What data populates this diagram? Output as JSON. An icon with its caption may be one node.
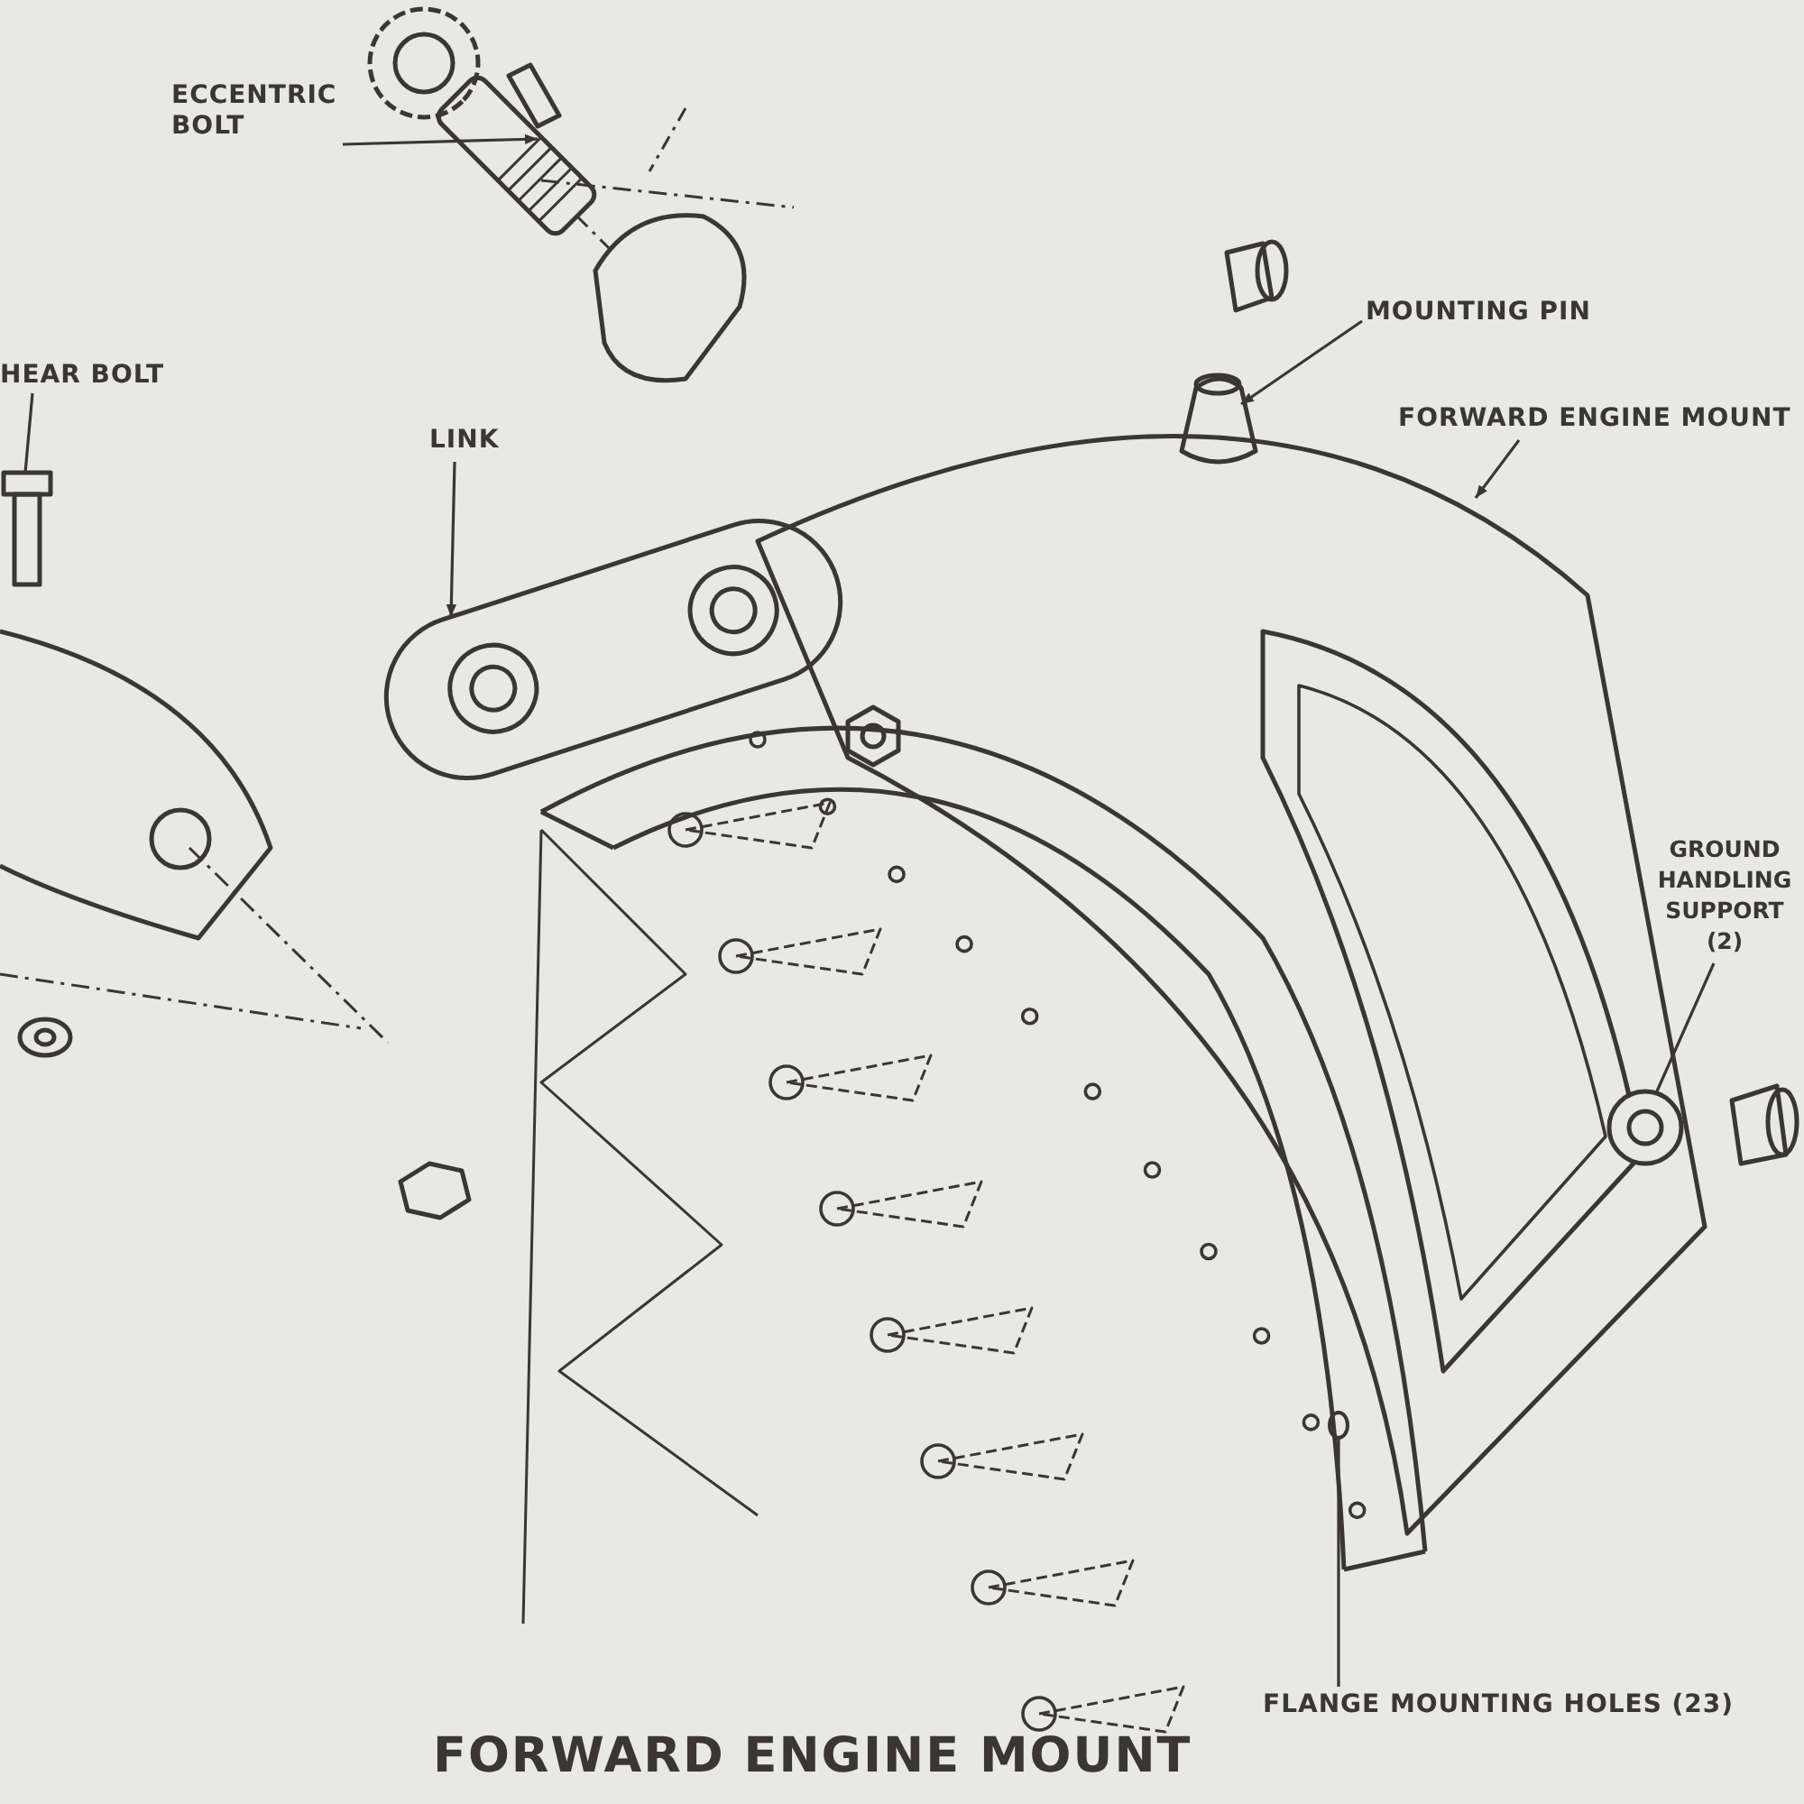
{
  "diagram": {
    "title": "FORWARD ENGINE MOUNT",
    "nodes": [
      {
        "text": [
          "ECCENTRIC BOLT"
        ]
      },
      {
        "text": [
          "HEAR BOLT"
        ]
      },
      {
        "text": [
          "LINK"
        ]
      },
      {
        "text": [
          "MOUNTING PIN"
        ]
      },
      {
        "text": [
          "FORWARD ENGINE MOUNT"
        ]
      },
      {
        "text": [
          "GROUND HANDLING SUPPORT (2)"
        ]
      },
      {
        "text": [
          "FLANGE MOUNTING HOLES (23)"
        ]
      },
      {
        "text": [],
        "shape": "picture"
      },
      {
        "text": [],
        "shape": "picture"
      },
      {
        "text": [],
        "shape": "picture"
      },
      {
        "text": [],
        "shape": "picture"
      },
      {
        "text": [],
        "shape": "picture"
      },
      {
        "text": [],
        "shape": "picture",
        "in": 11
      },
      {
        "text": [],
        "shape": "circle"
      }
    ],
    "edges": [
      {
        "from": 0,
        "to": 7,
        "arrow": "to"
      },
      {
        "from": 1,
        "to": 8,
        "arrow": "none"
      },
      {
        "from": 2,
        "to": 9,
        "arrow": "to"
      },
      {
        "from": 3,
        "to": 10,
        "arrow": "to"
      },
      {
        "from": 4,
        "to": 11,
        "arrow": "to"
      },
      {
        "from": 5,
        "to": 12,
        "arrow": "none"
      },
      {
        "from": 6,
        "to": 13,
        "arrow": "none"
      }
    ]
  }
}
